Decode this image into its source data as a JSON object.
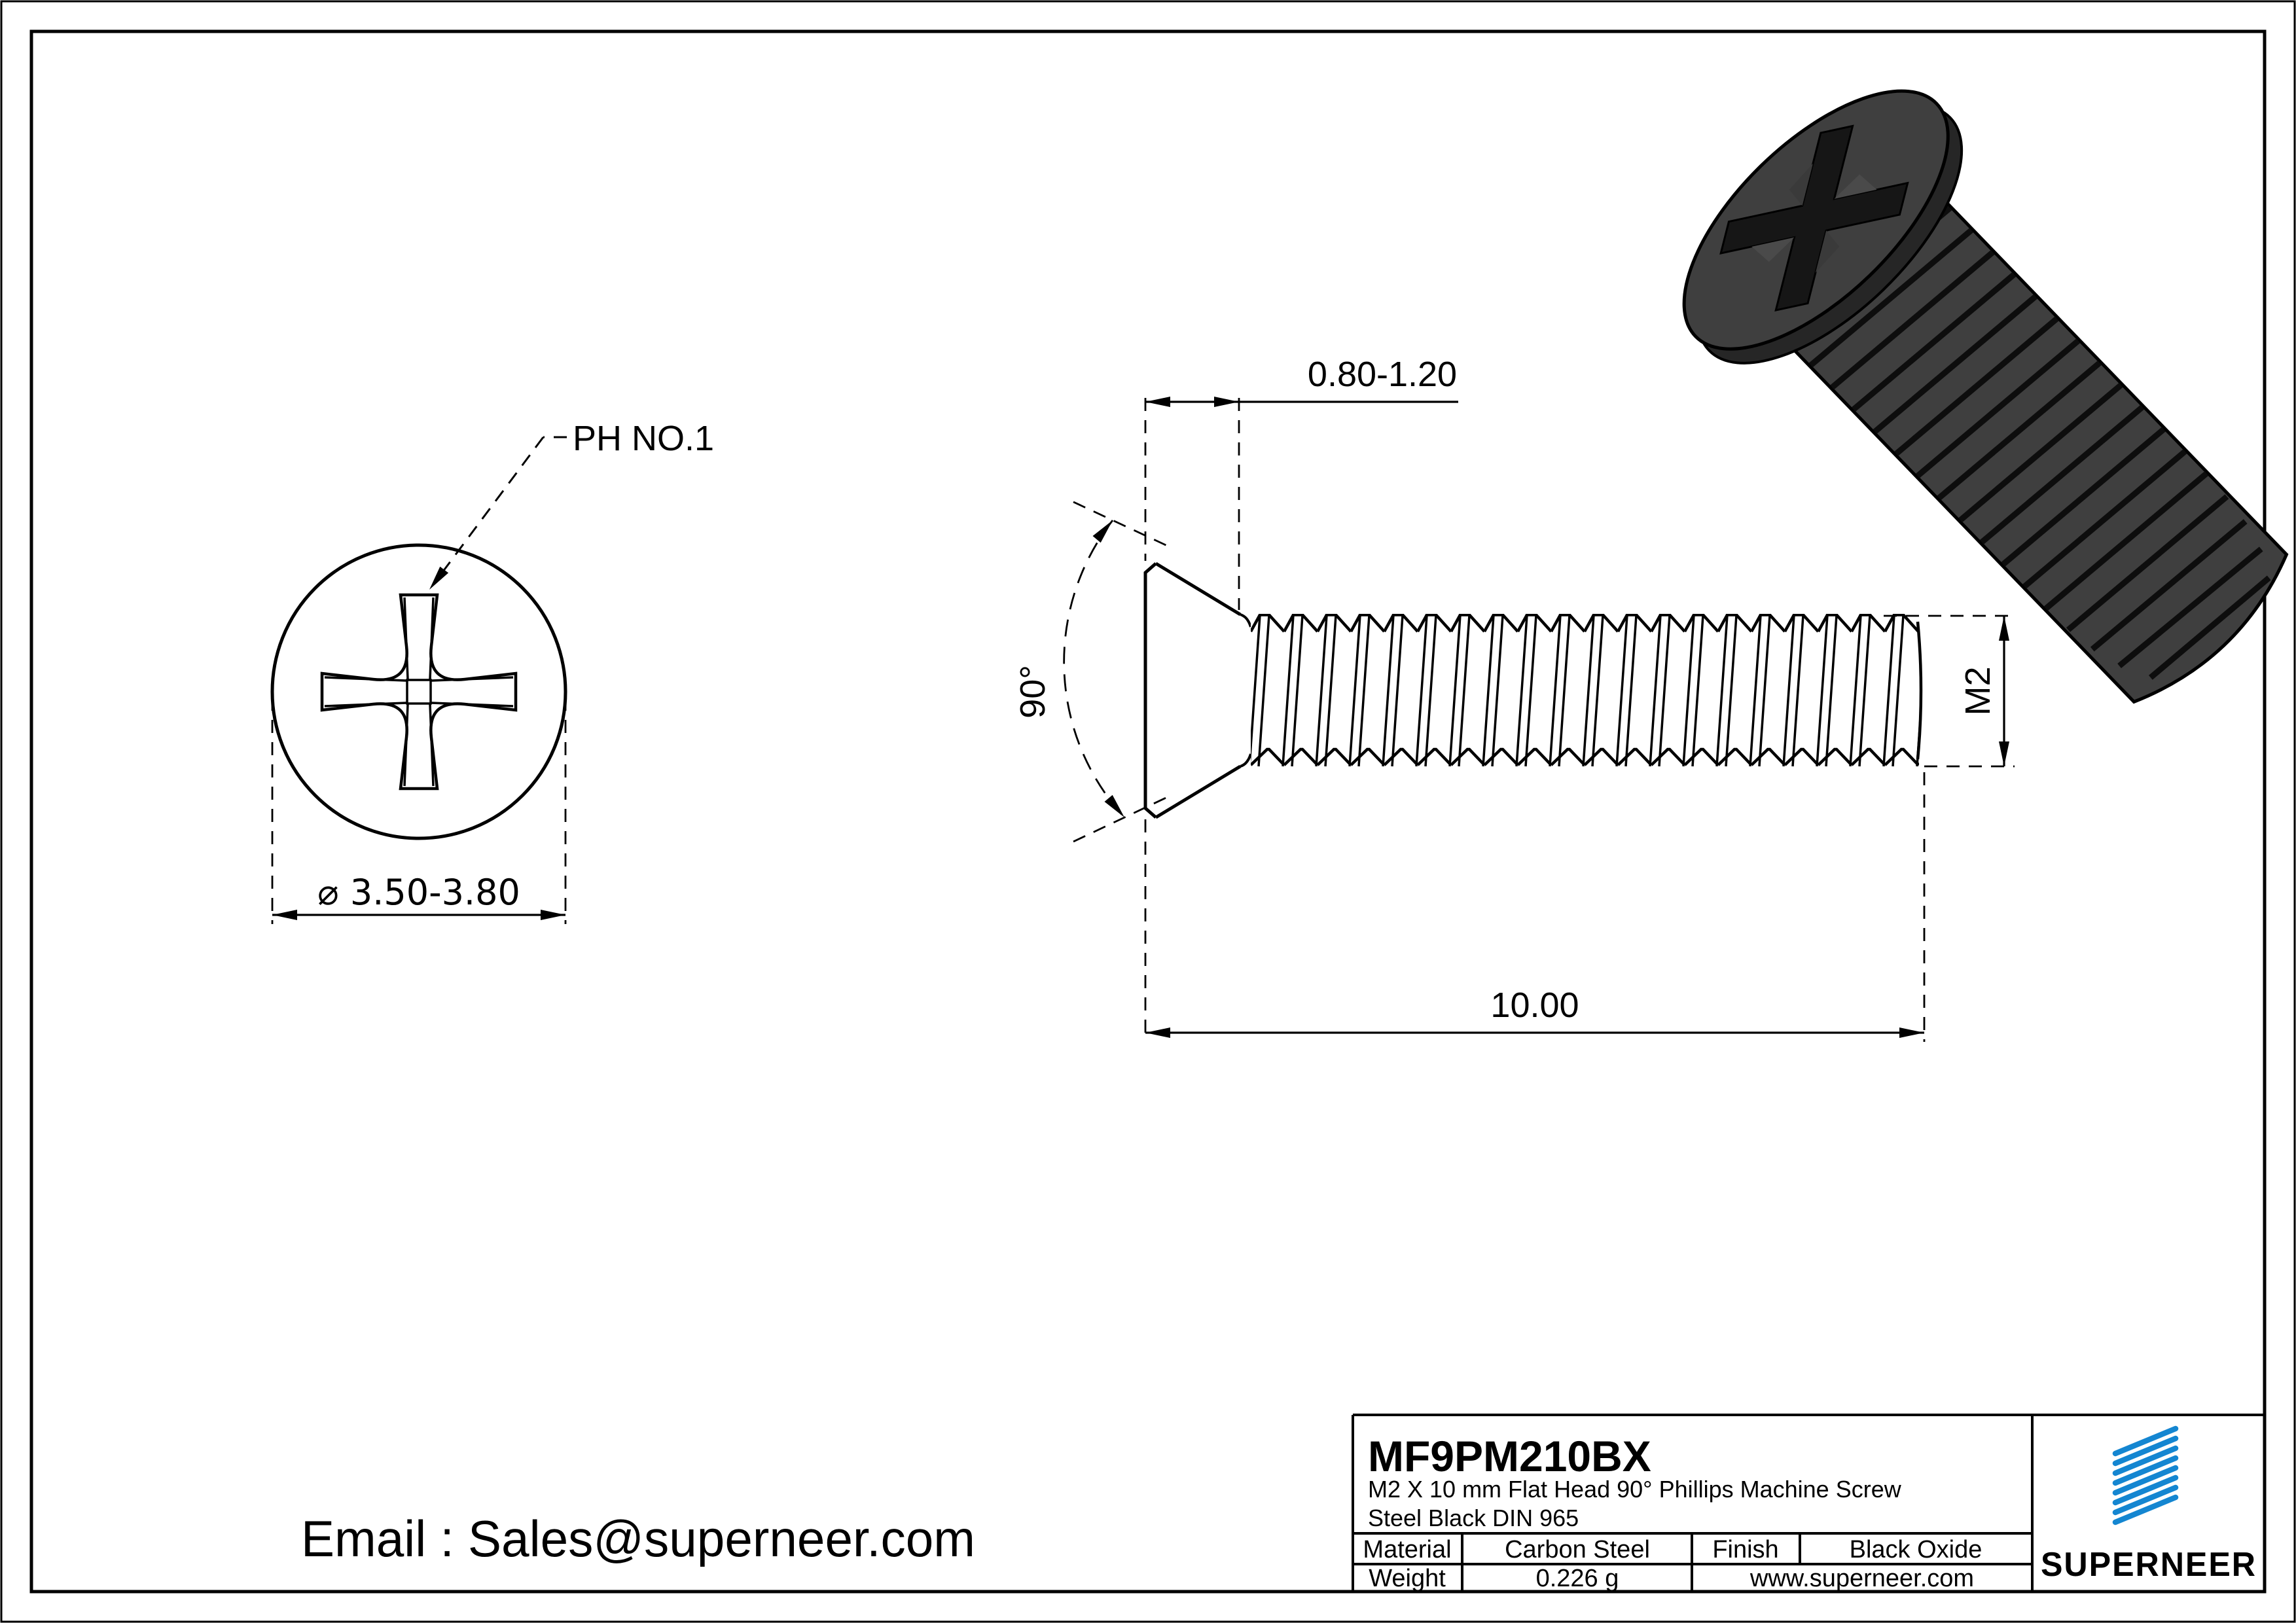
{
  "left_view": {
    "recess_label": "PH NO.1",
    "diameter_dim": "⌀ 3.50-3.80"
  },
  "side_view": {
    "head_thickness_dim": "0.80-1.20",
    "head_angle_dim": "90°",
    "thread_dim": "M2",
    "length_dim": "10.00"
  },
  "footer": {
    "email": "Email : Sales@superneer.com"
  },
  "title_block": {
    "part_number": "MF9PM210BX",
    "description_line1": "M2 X 10 mm  Flat Head 90° Phillips Machine Screw",
    "description_line2": "Steel Black DIN 965",
    "material_label": "Material",
    "material_value": "Carbon Steel",
    "finish_label": "Finish",
    "finish_value": "Black Oxide",
    "weight_label": "Weight",
    "weight_value": "0.226 g",
    "website": "www.superneer.com",
    "brand": "SUPERNEER"
  },
  "colors": {
    "accent_blue": "#1486d1",
    "screw_body_gray": "#3f3f3f",
    "screw_dark": "#262626",
    "line_black": "#000000"
  }
}
